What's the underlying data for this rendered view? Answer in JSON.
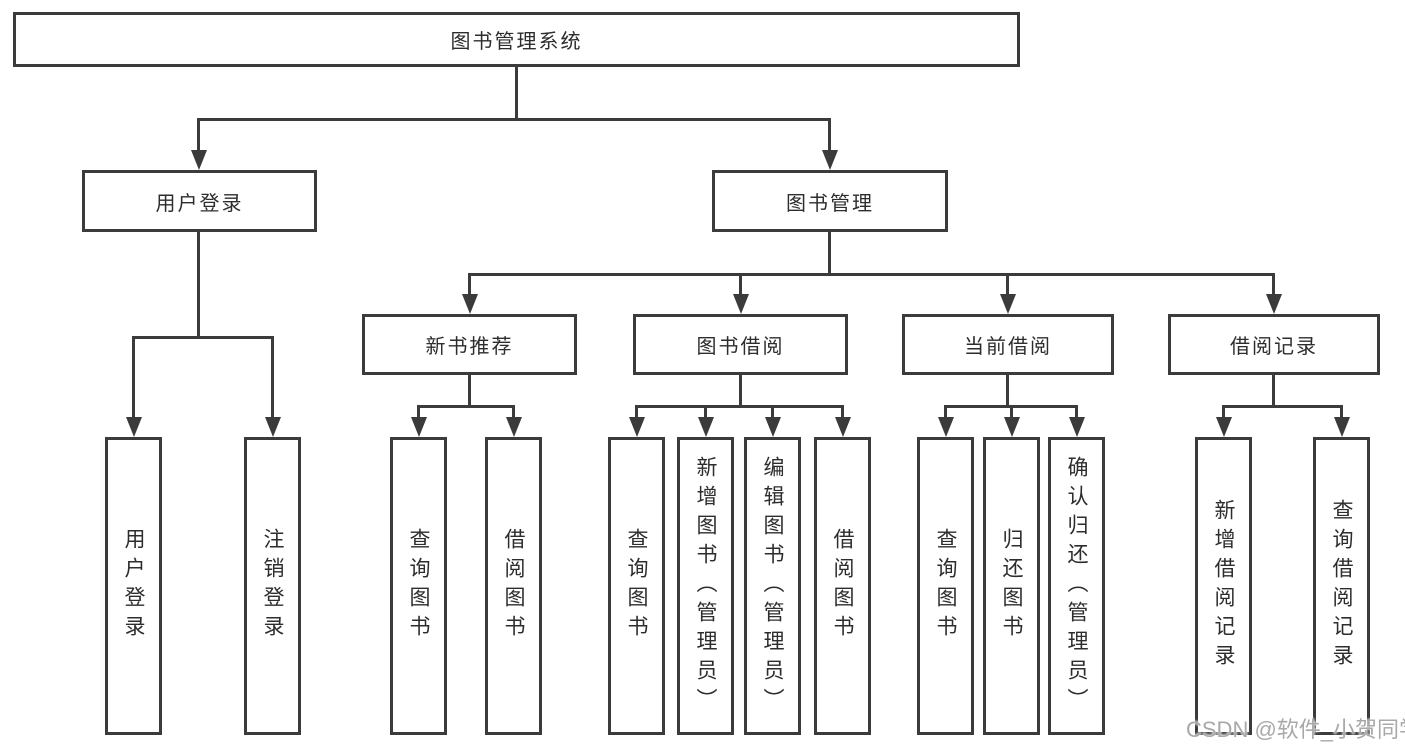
{
  "tree": {
    "label": "图书管理系统",
    "children": [
      {
        "label": "用户登录",
        "children": [
          {
            "label": "用户登录"
          },
          {
            "label": "注销登录"
          }
        ]
      },
      {
        "label": "图书管理",
        "children": [
          {
            "label": "新书推荐",
            "children": [
              {
                "label": "查询图书"
              },
              {
                "label": "借阅图书"
              }
            ]
          },
          {
            "label": "图书借阅",
            "children": [
              {
                "label": "查询图书"
              },
              {
                "label": "新增图书（管理员）"
              },
              {
                "label": "编辑图书（管理员）"
              },
              {
                "label": "借阅图书"
              }
            ]
          },
          {
            "label": "当前借阅",
            "children": [
              {
                "label": "查询图书"
              },
              {
                "label": "归还图书"
              },
              {
                "label": "确认归还（管理员）"
              }
            ]
          },
          {
            "label": "借阅记录",
            "children": [
              {
                "label": "新增借阅记录"
              },
              {
                "label": "查询借阅记录"
              }
            ]
          }
        ]
      }
    ]
  },
  "watermark": "CSDN @软件_小贺同学",
  "colors": {
    "line": "#3b3b3b",
    "text": "#2d2d2d",
    "watermark": "#a9a9a9",
    "background": "#ffffff"
  }
}
